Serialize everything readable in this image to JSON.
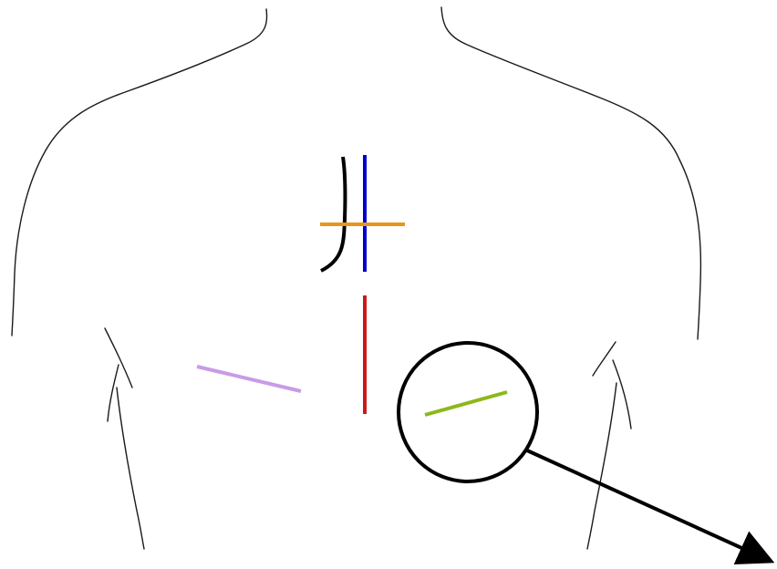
{
  "colors": {
    "background": "#ffffff",
    "outline": "#1a1a1a",
    "black_line": "#000000",
    "blue_line": "#0000cc",
    "orange_line": "#e8951c",
    "red_line": "#cc1a1a",
    "violet_line": "#c89be8",
    "green_line": "#8cb81c",
    "callout": "#000000"
  },
  "marks": [
    {
      "name": "black-curved-line",
      "color": "black"
    },
    {
      "name": "blue-vertical-line",
      "color": "blue"
    },
    {
      "name": "orange-horizontal-line",
      "color": "orange"
    },
    {
      "name": "red-vertical-line",
      "color": "red"
    },
    {
      "name": "violet-diagonal-line",
      "color": "violet"
    },
    {
      "name": "green-diagonal-line",
      "color": "green"
    }
  ],
  "callout": {
    "shape": "circle",
    "highlights": "green-diagonal-line",
    "pointer": "arrow"
  }
}
